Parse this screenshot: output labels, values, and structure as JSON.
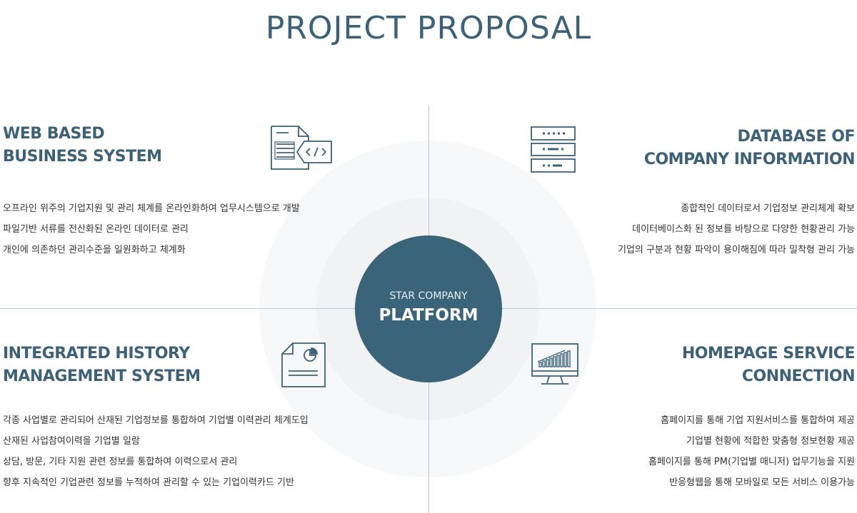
{
  "title": "PROJECT PROPOSAL",
  "center": {
    "subtitle": "STAR COMPANY",
    "title": "PLATFORM"
  },
  "colors": {
    "primary": "#3a6479",
    "text": "#333333",
    "divider": "#b9c9d2"
  },
  "sections": [
    {
      "id": "web-based-business-system",
      "icon": "code-document-icon",
      "heading": [
        "WEB BASED",
        "BUSINESS SYSTEM"
      ],
      "lines": [
        "오프라인 위주의 기업지원 및 관리 체계를 온라인화하여 업무시스템으로 개발",
        "파일기반 서류를 전산화된 온라인 데이터로 관리",
        "개인에 의존하던 관리수준을 일원화하고 체계화"
      ]
    },
    {
      "id": "database-of-company-information",
      "icon": "server-database-icon",
      "heading": [
        "DATABASE OF",
        "COMPANY INFORMATION"
      ],
      "lines": [
        "종합적인 데이터로서 기업정보 관리체계 확보",
        "데이터베이스화 된 정보를 바탕으로 다양한 현황관리 가능",
        "기업의 구분과 현황 파악이 용이해짐에 따라 밀착형 관리 가능"
      ]
    },
    {
      "id": "integrated-history-management-system",
      "icon": "chart-document-icon",
      "heading": [
        "INTEGRATED HISTORY",
        "MANAGEMENT SYSTEM"
      ],
      "lines": [
        "각종 사업별로 관리되어 산재된 기업정보를 통합하여 기업별 이력관리 체계도입",
        "산재된 사업참여이력을 기업별 일람",
        "상담, 방문, 기타 지원 관련 정보를 통합하여 이력으로서 관리",
        "향후 지속적인 기업관련 정보를 누적하여 관리할 수 있는 기업이력카드 기반"
      ]
    },
    {
      "id": "homepage-service-connection",
      "icon": "monitor-chart-icon",
      "heading": [
        "HOMEPAGE SERVICE",
        "CONNECTION"
      ],
      "lines": [
        "홈페이지를 통해 기업 지원서비스를 통합하여 제공",
        "기업별 현황에 적합한 맞춤형 정보현황 제공",
        "홈페이지를 통해 PM(기업별 매니저) 업무기능을 지원",
        "반응형웹을 통해 모바일로 모든 서비스 이용가능"
      ]
    }
  ]
}
